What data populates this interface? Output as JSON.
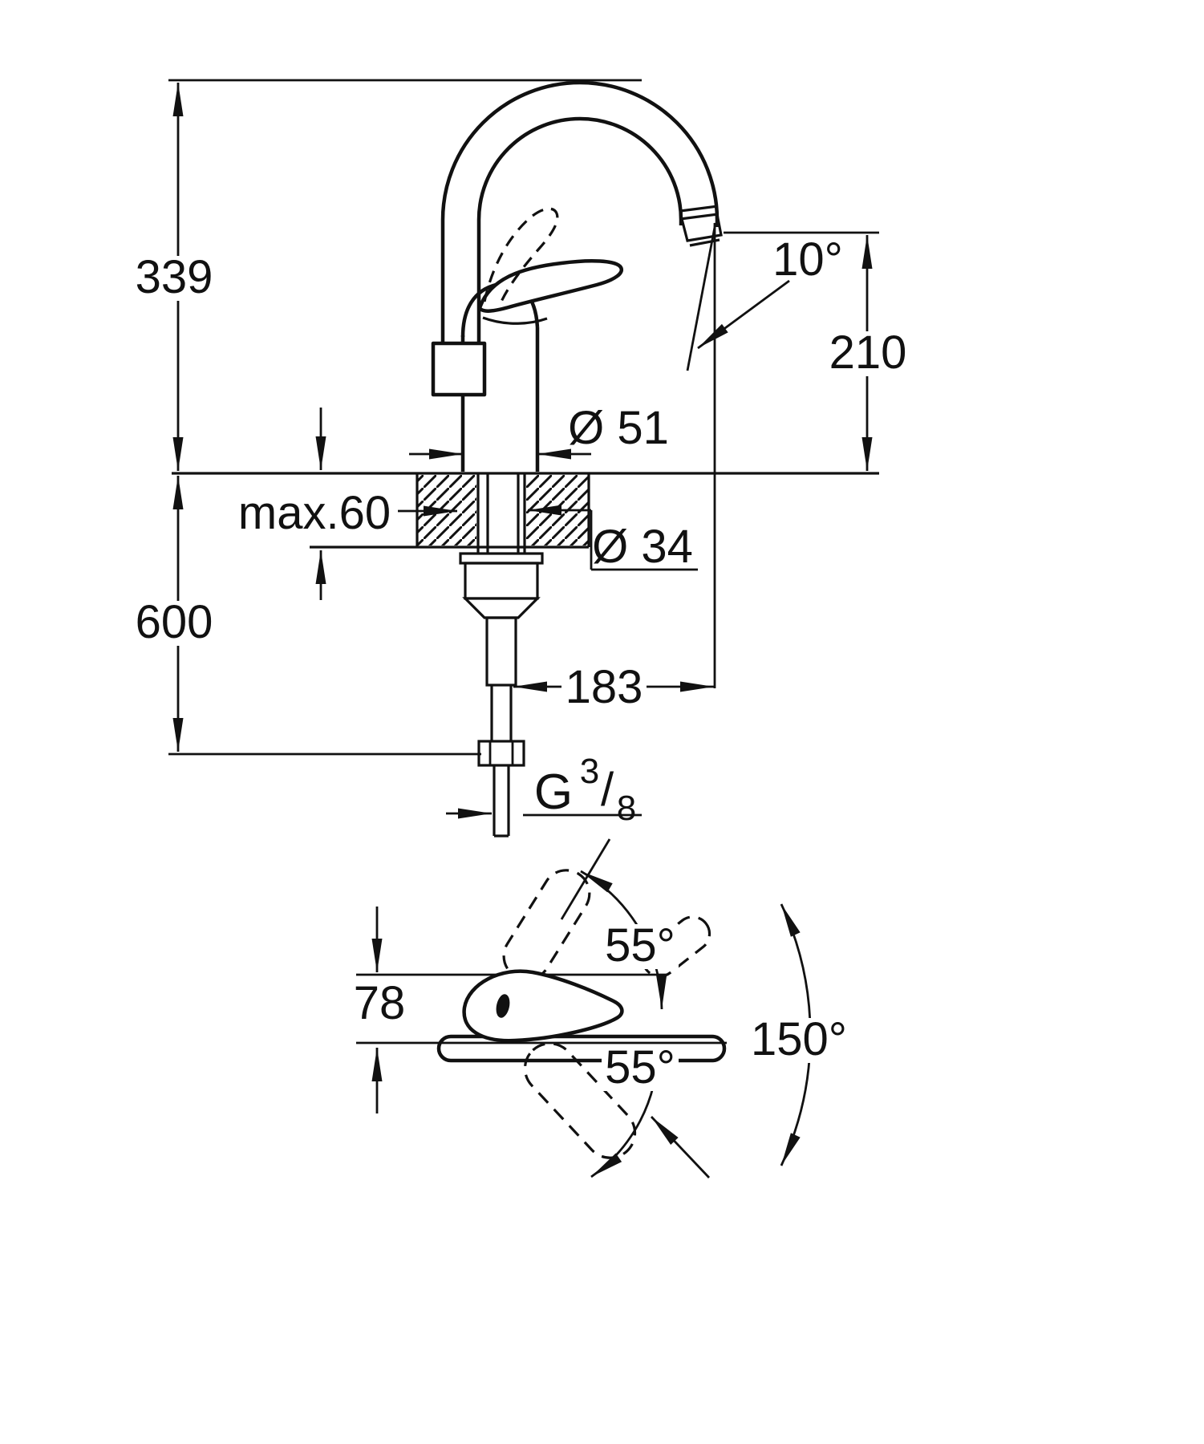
{
  "meta": {
    "description": "Technical dimension drawing of a single-lever high-spout kitchen mixer tap: side elevation with installation dimensions and top view with handle/spout swivel angles"
  },
  "colors": {
    "ink": "#111111",
    "paper": "#ffffff"
  },
  "labels": {
    "height_overall": "339",
    "spout_height": "210",
    "spout_tilt": "10°",
    "body_dia": "Ø 51",
    "deck_max": "max.60",
    "hole_dia": "Ø 34",
    "below_deck": "600",
    "spout_reach": "183",
    "thread_g": "G",
    "thread_num": "3",
    "thread_slash": "/",
    "thread_den": "8",
    "handle_width": "78",
    "handle_up": "55°",
    "handle_down": "55°",
    "swivel": "150°"
  }
}
